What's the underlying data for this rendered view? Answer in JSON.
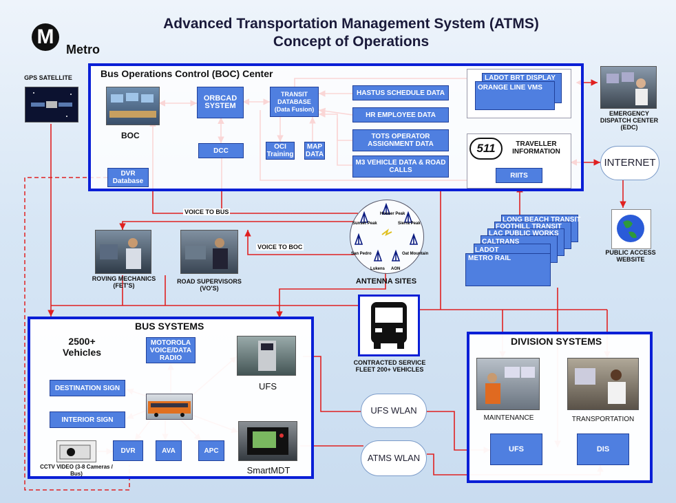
{
  "title": {
    "line1": "Advanced Transportation Management System (ATMS)",
    "line2": "Concept of Operations"
  },
  "logo": {
    "letter": "M",
    "text": "Metro"
  },
  "boc": {
    "title": "Bus Operations Control (BOC) Center",
    "boc_label": "BOC",
    "orbcad": "ORBCAD SYSTEM",
    "transit_db": "TRANSIT DATABASE (Data Fusion)",
    "dcc": "DCC",
    "oci": "OCI Training",
    "map": "MAP DATA",
    "hastus": "HASTUS SCHEDULE DATA",
    "hr": "HR EMPLOYEE DATA",
    "tots": "TOTS OPERATOR ASSIGNMENT DATA",
    "m3": "M3 VEHICLE DATA & ROAD CALLS",
    "dvr_db": "DVR Database",
    "ladot_brt": "LADOT BRT DISPLAY",
    "orange_line": "ORANGE LINE VMS",
    "traveller": "TRAVELLER INFORMATION",
    "logo511": "511",
    "riits": "RIITS"
  },
  "gps": "GPS SATELLITE",
  "edc": "EMERGENCY DISPATCH CENTER (EDC)",
  "internet": "INTERNET",
  "public_access": "PUBLIC ACCESS WEBSITE",
  "voice_to_bus": "VOICE TO BUS",
  "voice_to_boc": "VOICE TO BOC",
  "antenna": {
    "label": "ANTENNA SITES",
    "sites": [
      "Houser Peak",
      "Sunset Peak",
      "Sierra Peak",
      "San Pedro",
      "Oat Mountain",
      "Lukens",
      "AON"
    ]
  },
  "agencies": [
    "LONG BEACH TRANSIT",
    "FOOTHILL TRANSIT",
    "LAC PUBLIC WORKS",
    "CALTRANS",
    "LADOT",
    "METRO RAIL"
  ],
  "roving": "ROVING MECHANICS (FET'S)",
  "road_sup": "ROAD SUPERVISORS (VO'S)",
  "contracted": "CONTRACTED SERVICE FLEET 200+ VEHICLES",
  "bus_systems": {
    "title": "BUS SYSTEMS",
    "vehicles": "2500+ Vehicles",
    "motorola": "MOTOROLA VOICE/DATA RADIO",
    "destination": "DESTINATION SIGN",
    "interior": "INTERIOR SIGN",
    "dvr": "DVR",
    "ava": "AVA",
    "apc": "APC",
    "ufs": "UFS",
    "smartmdt": "SmartMDT",
    "cctv": "CCTV VIDEO (3-8 Cameras / Bus)"
  },
  "ufs_wlan": "UFS WLAN",
  "atms_wlan": "ATMS WLAN",
  "division": {
    "title": "DIVISION SYSTEMS",
    "maintenance": "MAINTENANCE",
    "transportation": "TRANSPORTATION",
    "ufs": "UFS",
    "dis": "DIS"
  },
  "colors": {
    "frame": "#0a1fd6",
    "box": "#4f7fe0",
    "arrow": "#e02020"
  }
}
